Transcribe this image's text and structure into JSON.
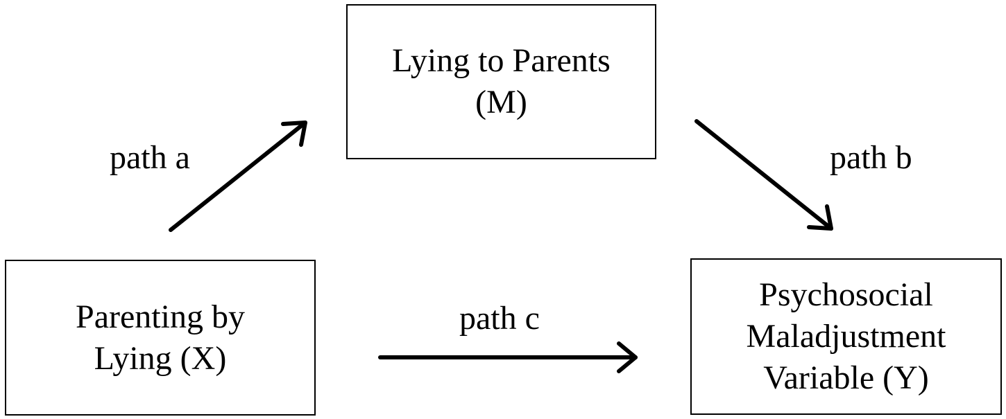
{
  "nodes": {
    "mediator": {
      "line1": "Lying to Parents",
      "line2": "(M)"
    },
    "predictor": {
      "line1": "Parenting by",
      "line2": "Lying (X)"
    },
    "outcome": {
      "line1": "Psychosocial",
      "line2": "Maladjustment",
      "line3": "Variable (Y)"
    }
  },
  "paths": {
    "a": "path a",
    "b": "path b",
    "c": "path c"
  }
}
